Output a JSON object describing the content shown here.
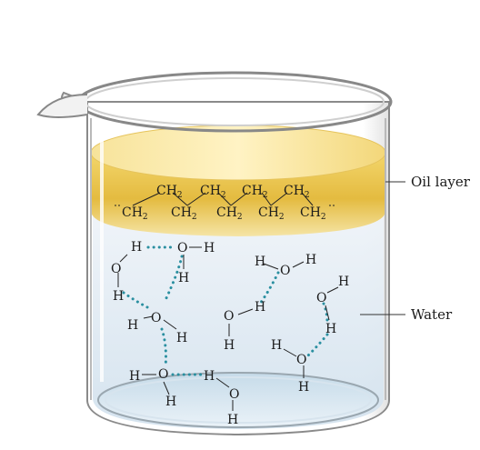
{
  "labels": {
    "oil_layer": "Oil layer",
    "water": "Water"
  },
  "oil_chain": {
    "top_row": [
      "CH",
      "CH",
      "CH",
      "CH"
    ],
    "bottom_row": [
      "CH",
      "CH",
      "CH",
      "CH",
      "CH"
    ],
    "subscript": "2"
  },
  "atoms": {
    "hydrogen": "H",
    "oxygen": "O"
  },
  "colors": {
    "oil": "#e8c24a",
    "oil_light": "#f6e08e",
    "water": "#dbe7f2",
    "hbond": "#2a8fa0",
    "glass": "#7a7a7a"
  }
}
